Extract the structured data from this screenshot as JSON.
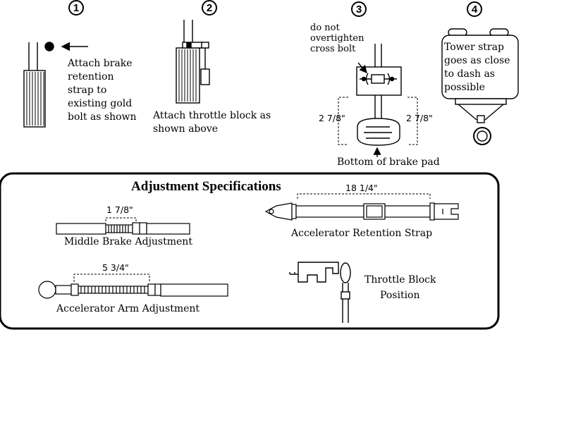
{
  "steps": [
    {
      "number": "1",
      "lines": [
        "Attach brake",
        "retention",
        "strap to",
        "existing gold",
        "bolt as shown"
      ]
    },
    {
      "number": "2",
      "lines": [
        "Attach throttle block as",
        "shown above"
      ]
    },
    {
      "number": "3",
      "note": [
        "do not",
        "overtighten",
        "cross bolt"
      ],
      "dim_left": "2 7/8\"",
      "dim_right": "2 7/8\"",
      "caption": "Bottom of brake pad"
    },
    {
      "number": "4",
      "lines": [
        "Tower strap",
        "goes as close",
        "to dash as",
        "possible"
      ]
    }
  ],
  "adjustments": {
    "title": "Adjustment Specifications",
    "middle_brake": {
      "dim": "1 7/8\"",
      "label": "Middle Brake Adjustment"
    },
    "accel_arm": {
      "dim": "5 3/4\"",
      "label": "Accelerator Arm Adjustment"
    },
    "retention_strap": {
      "dim": "18 1/4\"",
      "label": "Accelerator Retention Strap"
    },
    "throttle_block": {
      "lines": [
        "Throttle Block",
        "Position"
      ]
    }
  }
}
